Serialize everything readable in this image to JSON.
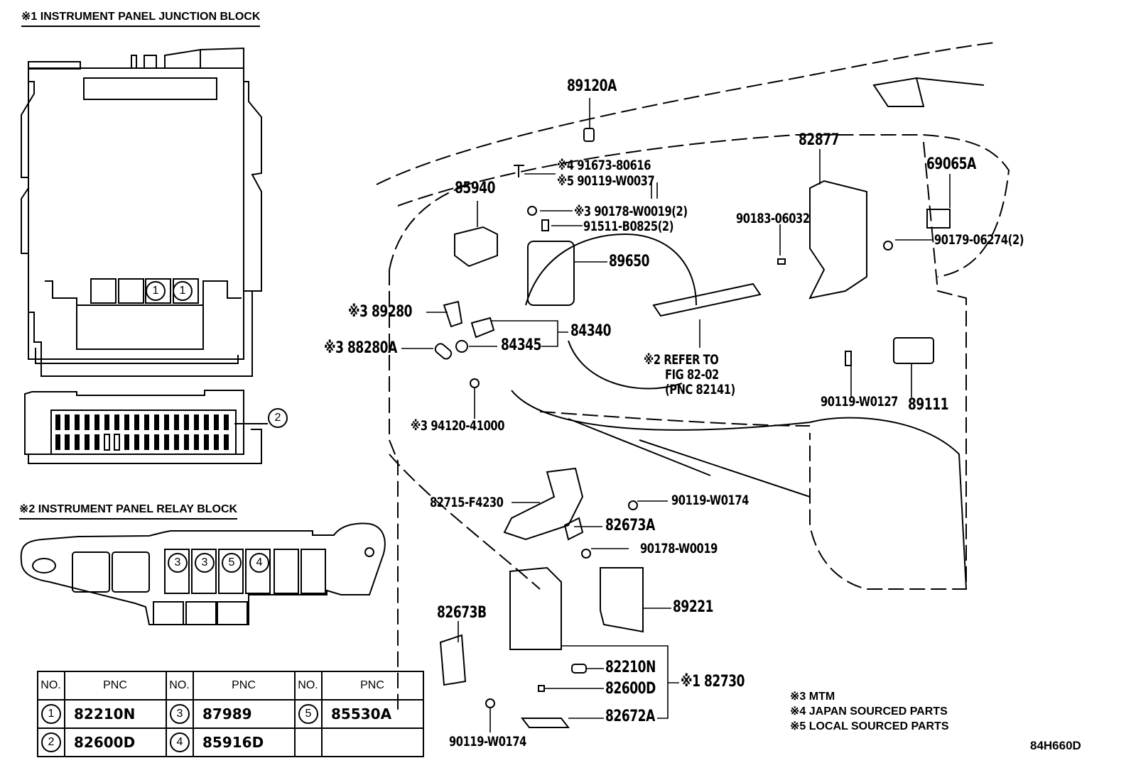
{
  "sections": {
    "junction_block_title": "※1 INSTRUMENT PANEL JUNCTION BLOCK",
    "relay_block_title": "※2 INSTRUMENT PANEL RELAY BLOCK"
  },
  "junction_block_callouts": [
    "1",
    "1",
    "2"
  ],
  "relay_block_callouts": [
    "3",
    "3",
    "5",
    "4"
  ],
  "pnc_table": {
    "headers": [
      "NO.",
      "PNC",
      "NO.",
      "PNC",
      "NO.",
      "PNC"
    ],
    "rows": [
      [
        {
          "no": "1",
          "pnc": "82210N"
        },
        {
          "no": "3",
          "pnc": "87989"
        },
        {
          "no": "5",
          "pnc": "85530A"
        }
      ],
      [
        {
          "no": "2",
          "pnc": "82600D"
        },
        {
          "no": "4",
          "pnc": "85916D"
        },
        {
          "no": "",
          "pnc": ""
        }
      ]
    ]
  },
  "part_labels": {
    "p89120A": "89120A",
    "p91673": "※4 91673-80616",
    "p90119w0037": "※5 90119-W0037",
    "p82877": "82877",
    "p69065A": "69065A",
    "p85940": "85940",
    "p90178w0019_2": "※3 90178-W0019(2)",
    "p91511": "91511-B0825(2)",
    "p90183": "90183-06032",
    "p90179": "90179-06274(2)",
    "p89650": "89650",
    "p89280": "※3 89280",
    "p84340": "84340",
    "p88280A": "※3 88280A",
    "p84345": "84345",
    "p_refer1": "※2 REFER TO",
    "p_refer2": "FIG 82-02",
    "p_refer3": "(PNC 82141)",
    "p90119w0127": "90119-W0127",
    "p89111": "89111",
    "p94120": "※3 94120-41000",
    "p82715": "82715-F4230",
    "p90119w0174a": "90119-W0174",
    "p82673A": "82673A",
    "p90178w0019": "90178-W0019",
    "p89221": "89221",
    "p82673B": "82673B",
    "p82210N": "82210N",
    "p82600D": "82600D",
    "p82672A": "82672A",
    "p82730": "※1 82730",
    "p90119w0174b": "90119-W0174"
  },
  "notes": [
    "※3 MTM",
    "※4 JAPAN SOURCED PARTS",
    "※5 LOCAL SOURCED PARTS"
  ],
  "figure_id": "84H660D"
}
